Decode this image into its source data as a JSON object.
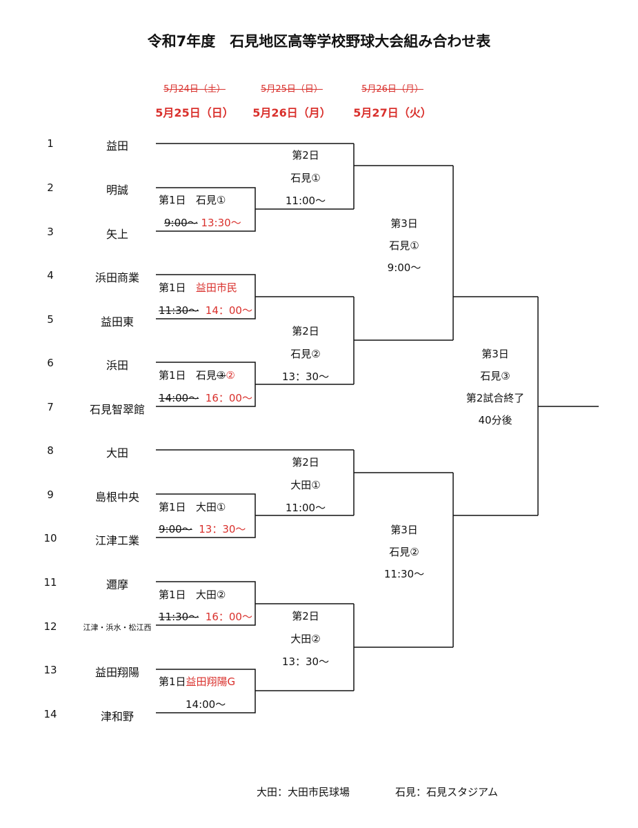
{
  "title": "令和7年度　石見地区高等学校野球大会組み合わせ表",
  "dates": [
    {
      "old": "5月24日（土）",
      "new": "5月25日（日）"
    },
    {
      "old": "5月25日（日）",
      "new": "5月26日（月）"
    },
    {
      "old": "5月26日（月）",
      "new": "5月27日（火）"
    }
  ],
  "teams": [
    {
      "num": "1",
      "name": "益田"
    },
    {
      "num": "2",
      "name": "明誠"
    },
    {
      "num": "3",
      "name": "矢上"
    },
    {
      "num": "4",
      "name": "浜田商業"
    },
    {
      "num": "5",
      "name": "益田東"
    },
    {
      "num": "6",
      "name": "浜田"
    },
    {
      "num": "7",
      "name": "石見智翠館"
    },
    {
      "num": "8",
      "name": "大田"
    },
    {
      "num": "9",
      "name": "島根中央"
    },
    {
      "num": "10",
      "name": "江津工業"
    },
    {
      "num": "11",
      "name": "邇摩"
    },
    {
      "num": "12",
      "name": "江津・浜水・松江西"
    },
    {
      "num": "13",
      "name": "益田翔陽"
    },
    {
      "num": "14",
      "name": "津和野"
    }
  ],
  "round1": [
    {
      "day": "第1日",
      "venue": "石見①",
      "time_old": "9:00〜",
      "time_new": "13:30〜"
    },
    {
      "day": "第1日",
      "venue_new": "益田市民",
      "time_old": "11:30〜",
      "time_new": "14：00〜"
    },
    {
      "day": "第1日",
      "venue": "石見",
      "venue_old_num": "③",
      "venue_new_num": "②",
      "time_old": "14:00〜",
      "time_new": "16：00〜"
    },
    {
      "day": "第1日",
      "venue": "大田①",
      "time_old": "9:00〜",
      "time_new": "13：30〜"
    },
    {
      "day": "第1日",
      "venue": "大田②",
      "time_old": "11:30〜",
      "time_new": "16：00〜"
    },
    {
      "day": "第1日",
      "venue_new": "益田翔陽G",
      "time": "14:00〜"
    }
  ],
  "round2": [
    {
      "day": "第2日",
      "venue": "石見①",
      "time": "11:00〜"
    },
    {
      "day": "第2日",
      "venue": "石見②",
      "time": "13：30〜"
    },
    {
      "day": "第2日",
      "venue": "大田①",
      "time": "11:00〜"
    },
    {
      "day": "第2日",
      "venue": "大田②",
      "time": "13：30〜"
    }
  ],
  "round3": [
    {
      "day": "第3日",
      "venue": "石見①",
      "time": "9:00〜"
    },
    {
      "day": "第3日",
      "venue": "石見②",
      "time": "11:30〜"
    }
  ],
  "final": {
    "day": "第3日",
    "venue": "石見③",
    "note": "第2試合終了",
    "time": "40分後"
  },
  "footer": {
    "ota": "大田：大田市民球場",
    "iwami": "石見：石見スタジアム"
  }
}
